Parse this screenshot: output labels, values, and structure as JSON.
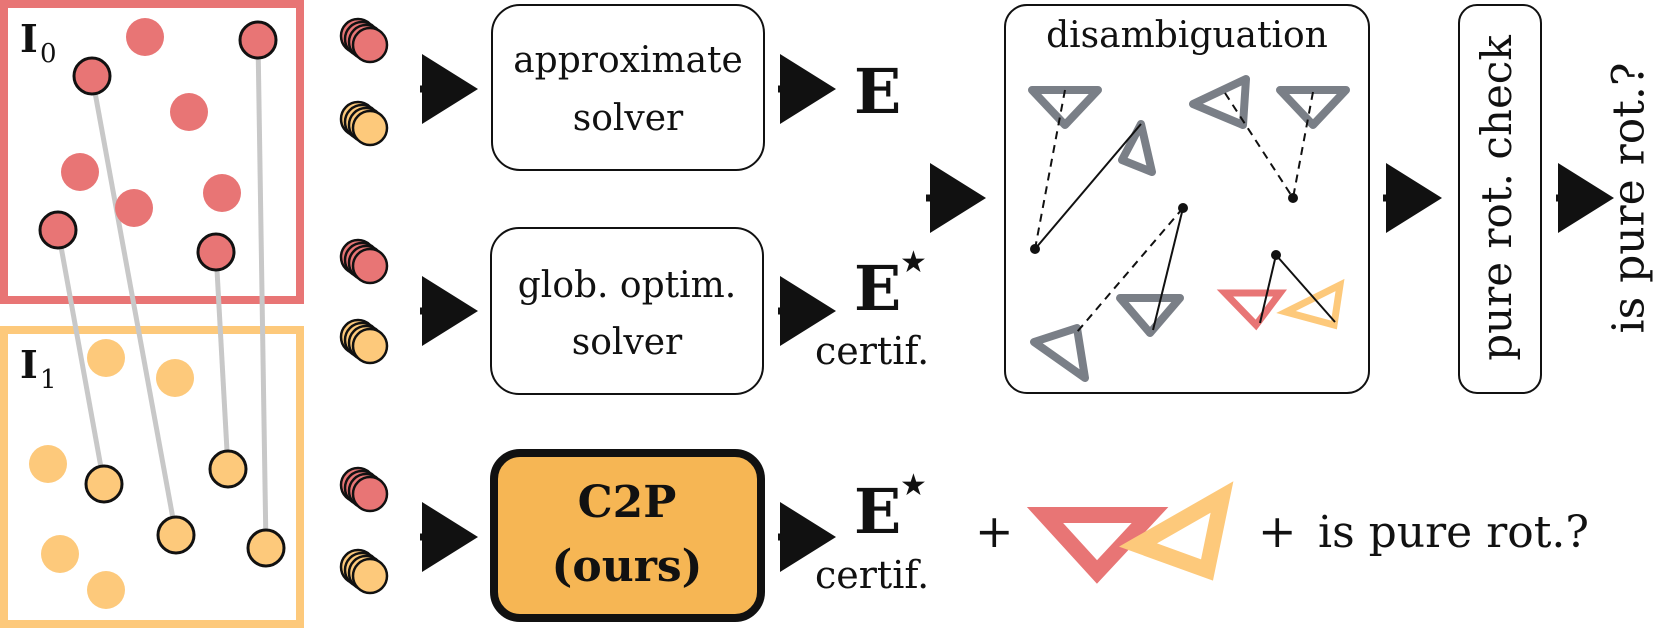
{
  "colors": {
    "red": "#e87575",
    "yellow": "#fdc97b",
    "grey": "#7a7f87",
    "highlight": "#f6b654",
    "black": "#111111"
  },
  "images": {
    "i0_label": "I",
    "i0_sub": "0",
    "i1_label": "I",
    "i1_sub": "1"
  },
  "rows": [
    {
      "box_line1": "approximate",
      "box_line2": "solver",
      "output": "E",
      "output_sup": "",
      "output_sub": ""
    },
    {
      "box_line1": "glob. optim.",
      "box_line2": "solver",
      "output": "E",
      "output_sup": "★",
      "output_sub": "certif."
    },
    {
      "box_line1": "C2P",
      "box_line2": "(ours)",
      "output": "E",
      "output_sup": "★",
      "output_sub": "certif."
    }
  ],
  "disambiguation": {
    "title": "disambiguation"
  },
  "pure_check": {
    "label": "pure rot. check"
  },
  "final_output": {
    "label": "is pure rot.?"
  },
  "ours_extra": {
    "plus1": "+",
    "plus2": "+",
    "text": "is pure rot.?"
  }
}
